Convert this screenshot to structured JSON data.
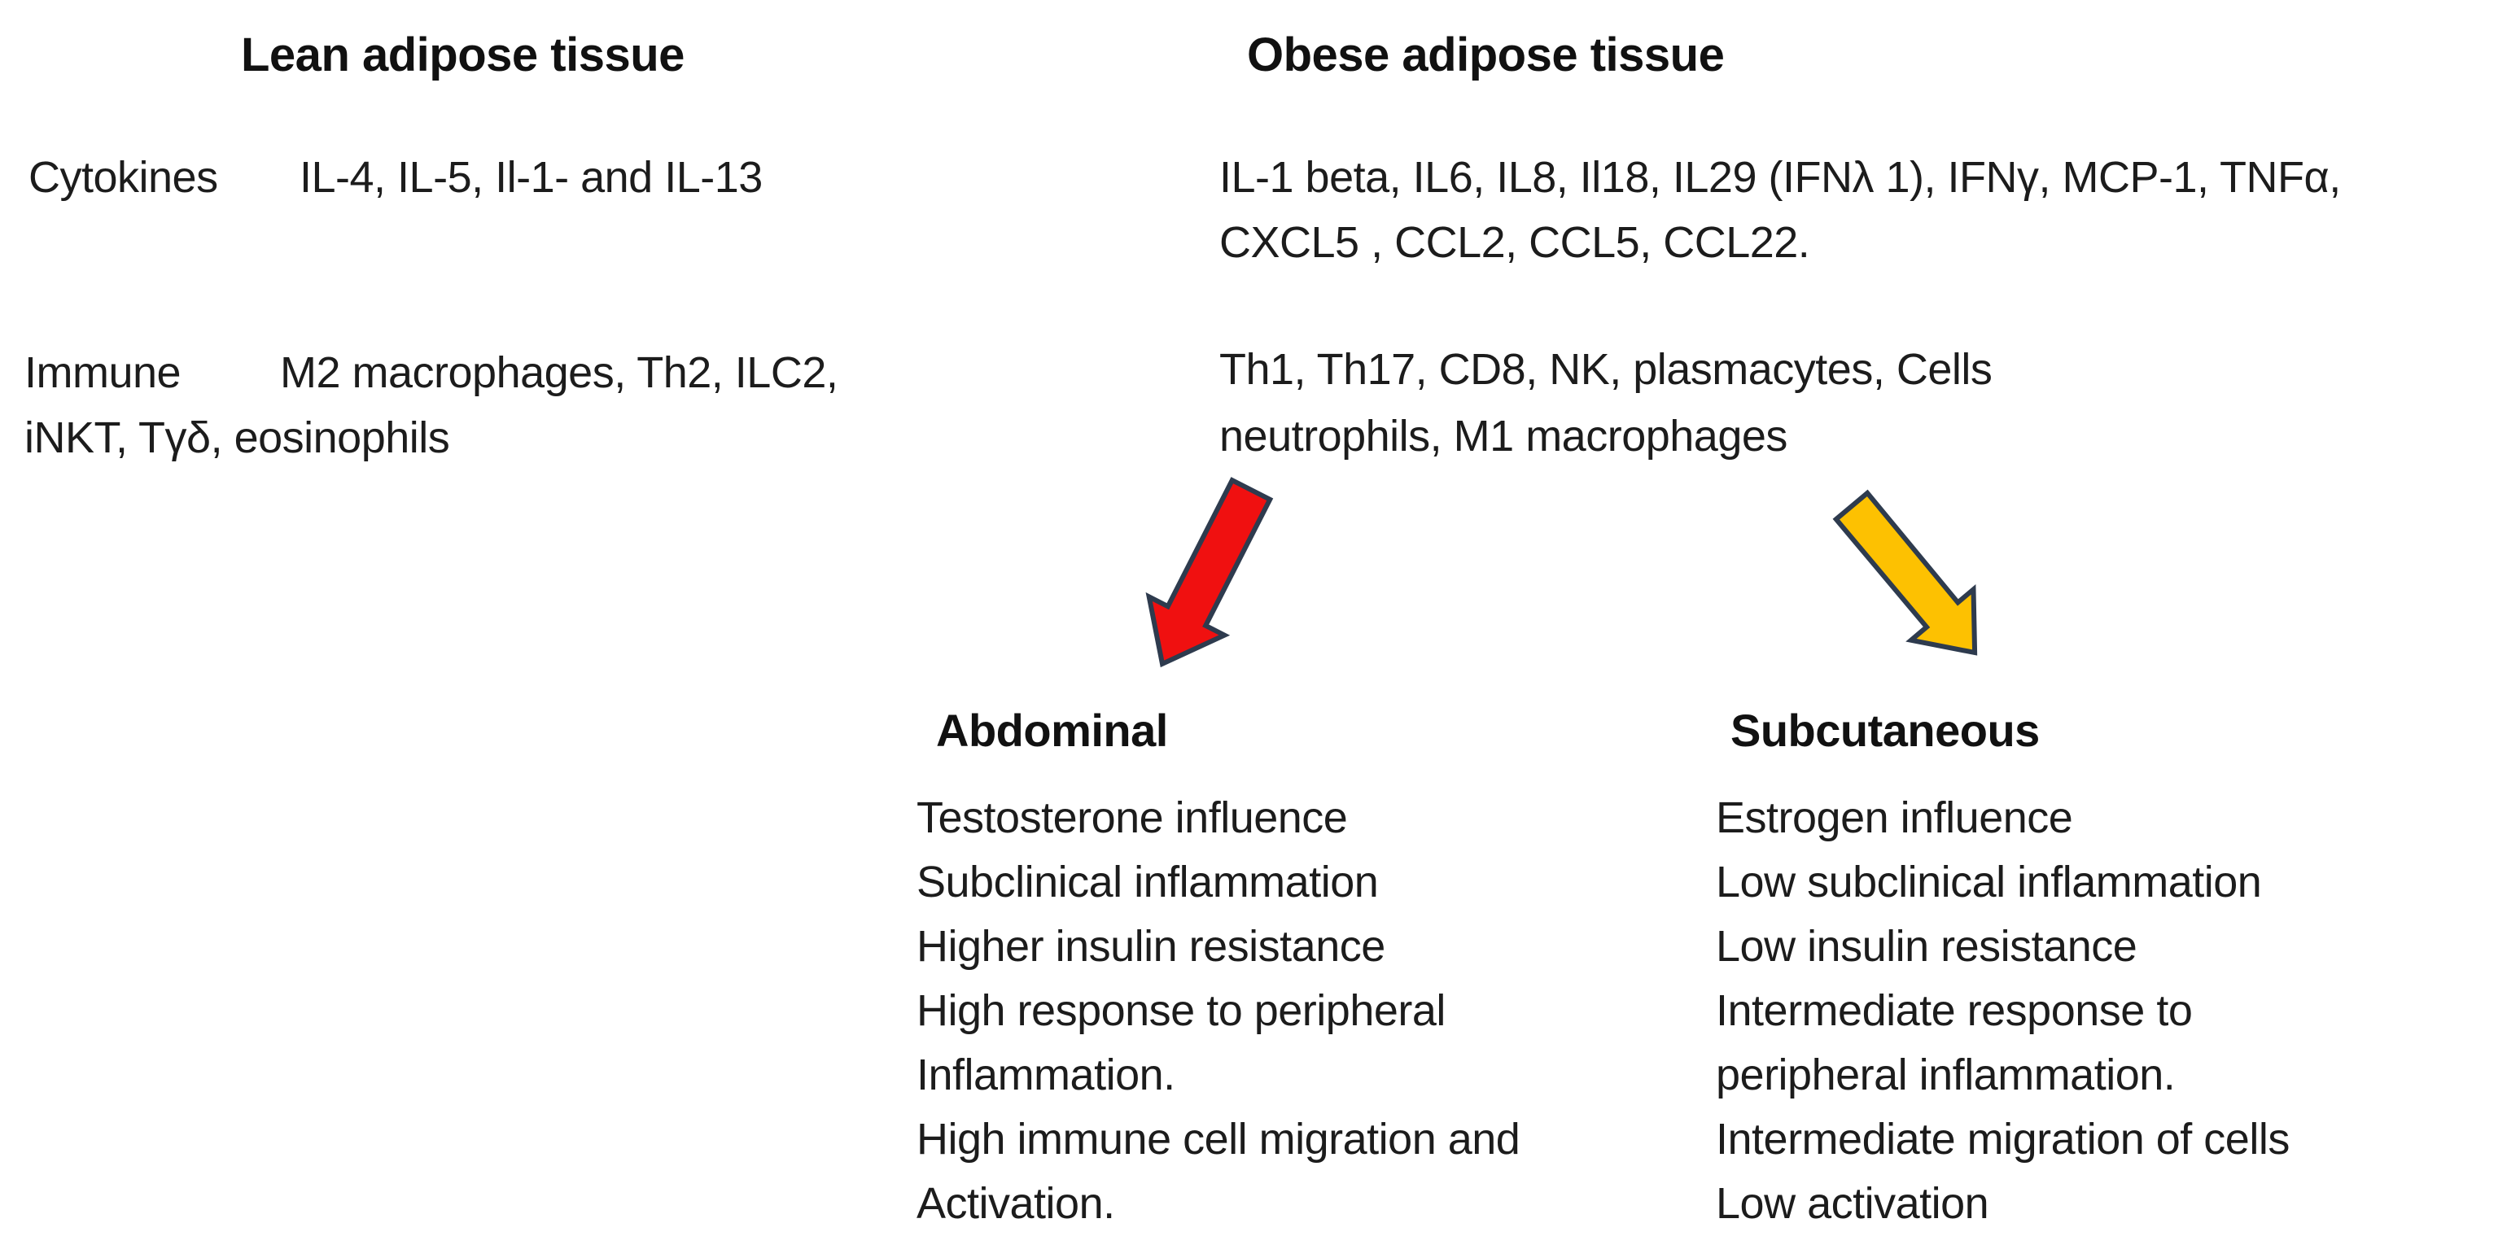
{
  "figure": {
    "background": "#ffffff",
    "text_color": "#1c1c1c"
  },
  "headers": {
    "lean": "Lean adipose tissue",
    "obese": "Obese adipose tissue"
  },
  "cytokines_row": {
    "label": "Cytokines",
    "lean_value": "IL-4, IL-5, Il-1- and IL-13",
    "obese_line1": "IL-1 beta, IL6, IL8, Il18, IL29 (IFNλ 1), IFNγ, MCP-1, TNFα,",
    "obese_line2": "CXCL5 , CCL2, CCL5, CCL22."
  },
  "immune_row": {
    "label": "Immune",
    "lean_line1": "M2 macrophages, Th2, ILC2,",
    "lean_line2": "iNKT, Tγδ, eosinophils",
    "obese_line1": "Th1, Th17, CD8, NK, plasmacytes, Cells",
    "obese_line2": "neutrophils, M1 macrophages"
  },
  "arrows": {
    "abdominal": {
      "fill": "#f01010",
      "outline": "#2e3b4e"
    },
    "subcutaneous": {
      "fill": "#fdc101",
      "outline": "#2e3b4e"
    }
  },
  "abdominal": {
    "title": "Abdominal",
    "items": [
      "Testosterone influence",
      "Subclinical inflammation",
      "Higher insulin resistance",
      "High response to peripheral",
      "Inflammation.",
      "High immune cell migration and",
      "Activation."
    ]
  },
  "subcutaneous": {
    "title": "Subcutaneous",
    "items": [
      "Estrogen influence",
      "Low subclinical inflammation",
      "Low insulin resistance",
      "Intermediate response to",
      "peripheral inflammation.",
      "Intermediate migration of cells",
      "Low activation"
    ]
  }
}
